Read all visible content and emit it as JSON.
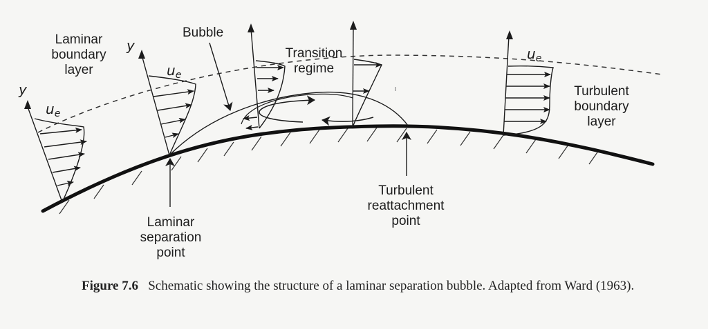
{
  "labels": {
    "laminar_bl": [
      "Laminar",
      "boundary",
      "layer"
    ],
    "bubble": "Bubble",
    "transition": [
      "Transition",
      "regime"
    ],
    "turbulent_bl": [
      "Turbulent",
      "boundary",
      "layer"
    ],
    "reattach": [
      "Turbulent",
      "reattachment",
      "point"
    ],
    "separation": [
      "Laminar",
      "separation",
      "point"
    ],
    "y_symbol": "y",
    "ue_symbol": "u",
    "ue_subscript": "e"
  },
  "caption": {
    "figure_number": "Figure 7.6",
    "text": "Schematic showing the structure of a laminar separation bubble. Adapted from Ward (1963)."
  }
}
